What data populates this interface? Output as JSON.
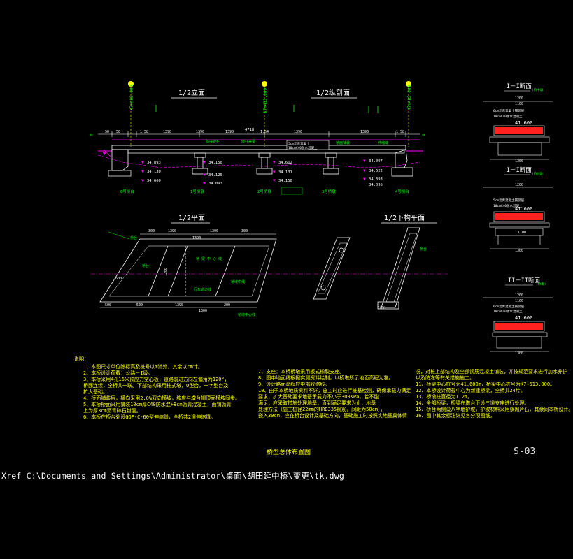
{
  "drawing": {
    "view_titles": {
      "half_elevation": "1/2立面",
      "half_longitudinal": "1/2纵剖面",
      "half_plan": "1/2平面",
      "half_pier_plan": "1/2下构平面",
      "section_1": "I－I断面",
      "section_2": "I－I断面",
      "section_3": "II－II断面"
    },
    "station_labels": [
      "K7+468.000",
      "K7+413.000",
      "K7+483.000"
    ],
    "elevation_dims": [
      "4718",
      "50",
      "1.58",
      "1390",
      "1390",
      "1390",
      "1.54",
      "1390",
      "1390",
      "1.58",
      "50"
    ],
    "deck_note": [
      "5cm沥青混凝土",
      "10cmC40防水混凝土"
    ],
    "elevations": [
      "34.893",
      "34.130",
      "34.660",
      "34.150",
      "34.120",
      "34.093",
      "34.612",
      "34.131",
      "34.150",
      "34.097",
      "34.622",
      "34.393",
      "34.095"
    ],
    "pier_labels": [
      "0号桥台",
      "1号桥墩",
      "2号桥墩",
      "3号桥墩",
      "4号桥台"
    ],
    "plan_dims": [
      "300",
      "1390",
      "1300",
      "300",
      "1390",
      "500",
      "500",
      "1390",
      "200",
      "1300"
    ],
    "section_dims": {
      "s1": {
        "top": "1200",
        "mid": "1100",
        "elev": "41.600",
        "bottom": "1300"
      },
      "s2": {
        "top": "1200",
        "mid": "1100",
        "elev": "41.600",
        "bottom": "1300"
      },
      "s3": {
        "top": "1200",
        "mid": "1100",
        "elev": "41.600",
        "bottom": "1300"
      }
    },
    "notes_heading": "说明：",
    "notes_left": [
      "1、本图尺寸单位除标高及桩号以m计外，其余以cm计。",
      "2、本桥设计荷载：公路－I级。",
      "3、本桥采用4孔16米预应力空心板，道路前进方向左偏角为120°，",
      "   桥面连续，全桥共一联。下部结构采用柱式墩，U型台，一字型台及",
      "   扩大基础。",
      "4、桥面铺装层，横向采用2.0%双向横坡，坡度与墩台帽顶面横坡同步。",
      "5、本桥桥面采用铺装10cm厚C40防水混+8cm沥青混凝土，面铺沥青",
      "   上为厚3cm沥青碎石封层。",
      "6、本桥在桥台处设GQF-C-60型伸缩缝，全桥共2道伸缩缝。"
    ],
    "notes_mid": [
      "7、支座：本桥桥墩采用板式橡胶支座。",
      "8、图中地面线根据实测资料绘制，以桥墩所示地面高程为准。",
      "9、设计路面高程应中部收缩线。",
      "10、由于本桥地质资料不详，施工时应进行桩基检测，确保承载力满足",
      "   要求，扩大基础要求地基承载力不小于300KPa，若不能",
      "   满足，应采取措施处理地基，直到满足要求为止，地基",
      "   处理方法（施工桩径22mm的HRB335钢筋，间距为50cm），",
      "   嵌入30cm，应在桥台设计及基础方向，基础施工时按照实地基具体情"
    ],
    "notes_right": [
      "况，对桩上部结构及全部钢筋混凝土铺装，并按规范要求进行加水养护",
      "   以及防冻等有关措施施工。",
      "11、桥梁中心桩号为41.600m，桥梁中心桩号为K7+513.000。",
      "12、本桥设计荷载中心为新建桥梁，全桥共24片。",
      "13、桥墩柱直径为1.2m。",
      "14、全部桥梁，桥梁在墩台下设三道支座进行处理。",
      "15、桥台两侧设八字墙护坡，护坡材料采用浆砌片石，其余同本桥设计。",
      "16、图中其余标注详见各分项图纸。"
    ],
    "sheet_title": "桥型总体布置图",
    "sheet_number": "S-03",
    "xref_line": "Xref C:\\Documents and Settings\\Administrator\\桌面\\胡田延中桥\\变更\\tk.dwg"
  }
}
